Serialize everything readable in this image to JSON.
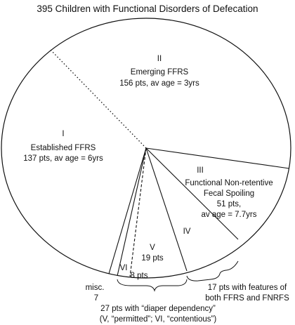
{
  "title": "395 Children with Functional Disorders of Defecation",
  "segments": {
    "established": {
      "numeral": "I",
      "name": "Established FFRS",
      "detail": "137 pts, av age = 6yrs"
    },
    "emerging": {
      "numeral": "II",
      "name": "Emerging FFRS",
      "detail": "156 pts, av age = 3yrs"
    },
    "spoiling": {
      "numeral": "III",
      "name_line1": "Functional Non-retentive",
      "name_line2": "Fecal Spoiling",
      "count": "51 pts,",
      "age": "av age = 7.7yrs"
    },
    "iv": {
      "numeral": "IV"
    },
    "v": {
      "numeral": "V",
      "detail": "19 pts"
    },
    "vi": {
      "numeral": "VI",
      "detail": "8 pts"
    },
    "misc": {
      "label": "misc.",
      "count": "7"
    }
  },
  "annotations": {
    "overlap_line1": "17 pts with features of",
    "overlap_line2": "both FFRS and FNRFS",
    "diaper_line1": "27 pts with “diaper dependency”",
    "diaper_line2": "(V, “permitted”; VI, “contentious”)"
  },
  "chart_data": {
    "type": "pie",
    "title": "395 Children with Functional Disorders of Defecation",
    "slices": [
      {
        "label": "I Established FFRS",
        "value": 137
      },
      {
        "label": "II Emerging FFRS",
        "value": 156
      },
      {
        "label": "III Functional Non-retentive Fecal Spoiling",
        "value": 51
      },
      {
        "label": "IV",
        "value": 17
      },
      {
        "label": "V",
        "value": 19
      },
      {
        "label": "VI",
        "value": 8
      },
      {
        "label": "misc.",
        "value": 7
      }
    ]
  }
}
